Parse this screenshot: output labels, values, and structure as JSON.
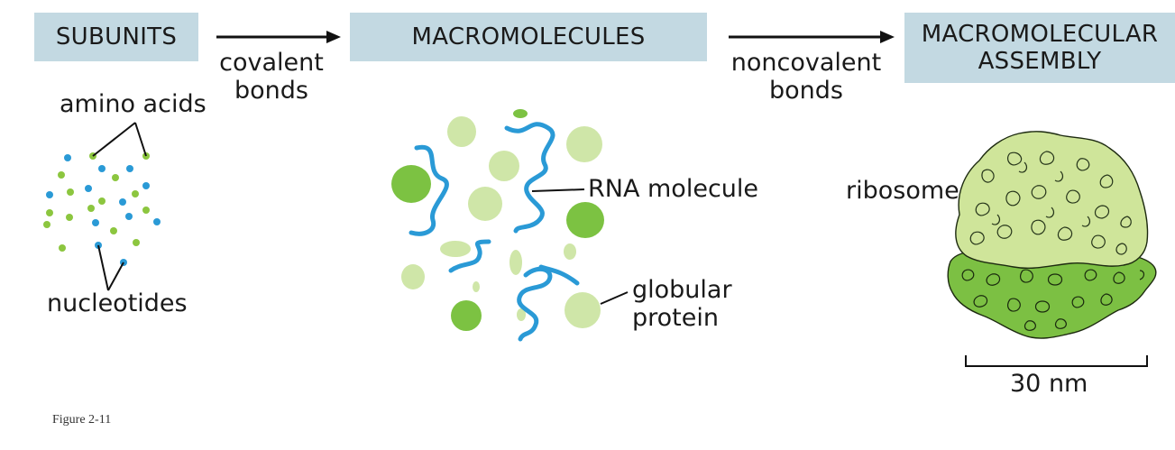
{
  "stages": {
    "subunits": "SUBUNITS",
    "macromolecules": "MACROMOLECULES",
    "assembly_line1": "MACROMOLECULAR",
    "assembly_line2": "ASSEMBLY"
  },
  "arrows": {
    "first_line1": "covalent",
    "first_line2": "bonds",
    "second_line1": "noncovalent",
    "second_line2": "bonds"
  },
  "labels": {
    "amino_acids": "amino acids",
    "nucleotides": "nucleotides",
    "rna": "RNA molecule",
    "globular_line1": "globular",
    "globular_line2": "protein",
    "ribosome": "ribosome",
    "scale": "30 nm"
  },
  "caption": "Figure 2-11",
  "colors": {
    "stage_box": "#c3d9e2",
    "nucleotide_blue": "#2a9ad6",
    "amino_green": "#8cc63f",
    "protein_light": "#cfe6a8",
    "protein_dark": "#7cc242",
    "ribosome_large": "#cfe59a",
    "ribosome_small": "#7cc043"
  }
}
